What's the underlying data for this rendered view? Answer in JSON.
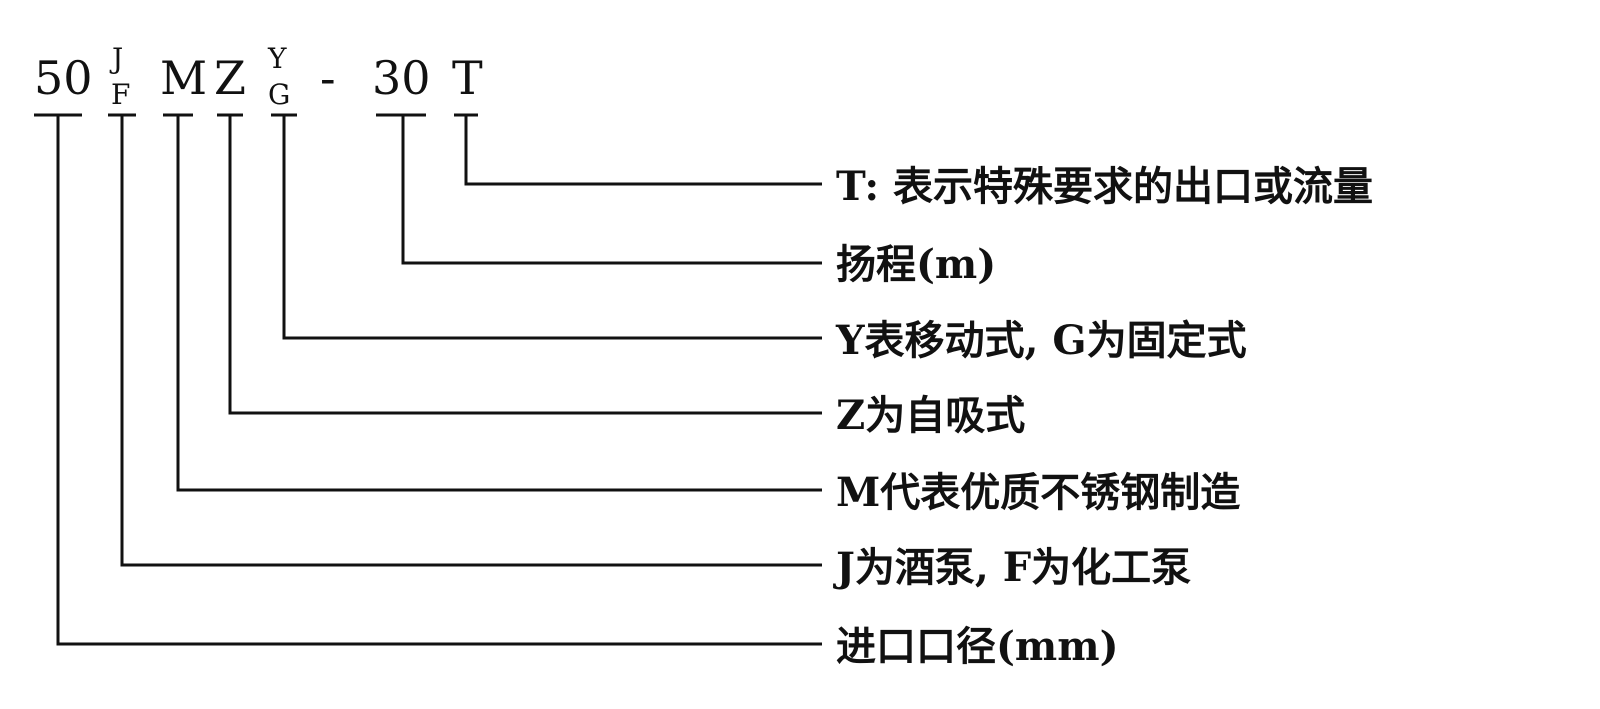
{
  "model_code": {
    "size": "50",
    "material_top": "J",
    "material_bottom": "F",
    "quality": "M",
    "priming": "Z",
    "mount_top": "Y",
    "mount_bottom": "G",
    "dash": "-",
    "head": "30",
    "suffix": "T"
  },
  "descriptions": {
    "suffix": "T: 表示特殊要求的出口或流量",
    "head": "扬程(m)",
    "mount": "Y表移动式, G为固定式",
    "priming": "Z为自吸式",
    "quality": "M代表优质不锈钢制造",
    "material": "J为酒泵, F为化工泵",
    "size": "进口口径(mm)"
  },
  "colors": {
    "ink": "#111111",
    "background": "#ffffff"
  }
}
